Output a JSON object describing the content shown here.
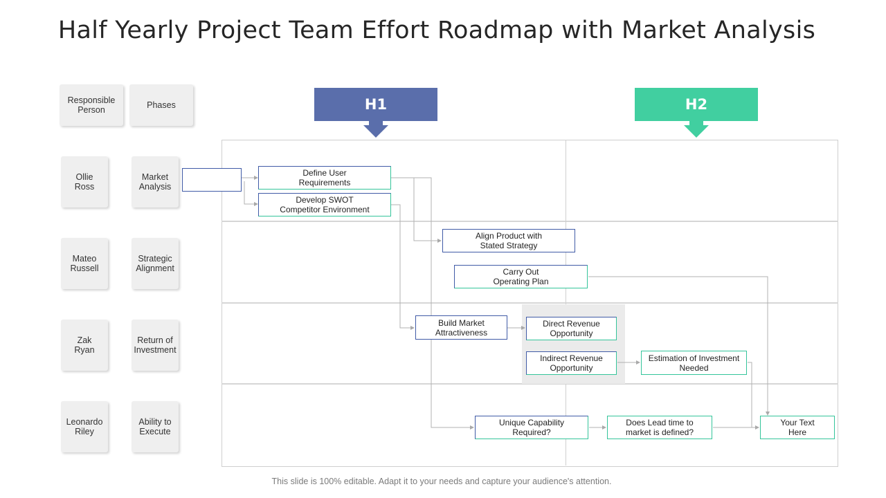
{
  "title": "Half Yearly Project Team Effort  Roadmap with Market Analysis",
  "headers": {
    "responsible": "Responsible\nPerson",
    "phases": "Phases"
  },
  "rows": [
    {
      "person": "Ollie\nRoss",
      "phase": "Market\nAnalysis"
    },
    {
      "person": "Mateo\nRussell",
      "phase": "Strategic\nAlignment"
    },
    {
      "person": "Zak\nRyan",
      "phase": "Return of\nInvestment"
    },
    {
      "person": "Leonardo\nRiley",
      "phase": "Ability to\nExecute"
    }
  ],
  "halves": [
    {
      "label": "H1",
      "color": "#5a6eab"
    },
    {
      "label": "H2",
      "color": "#41cfa0"
    }
  ],
  "steps": {
    "define_user": "Define  User\nRequirements",
    "develop_swot": "Develop SWOT\nCompetitor Environment",
    "align_product": "Align Product with\nStated Strategy",
    "carry_out": "Carry Out\nOperating Plan",
    "build_market": "Build Market\nAttractiveness",
    "direct_revenue": "Direct Revenue\nOpportunity",
    "indirect_revenue": "Indirect Revenue\nOpportunity",
    "estimation": "Estimation of Investment\nNeeded",
    "unique_capability": "Unique Capability\nRequired?",
    "lead_time": "Does Lead time to\nmarket is defined?",
    "your_text": "Your Text\nHere"
  },
  "footer": "This slide is 100% editable. Adapt it to your needs and capture your audience's attention."
}
